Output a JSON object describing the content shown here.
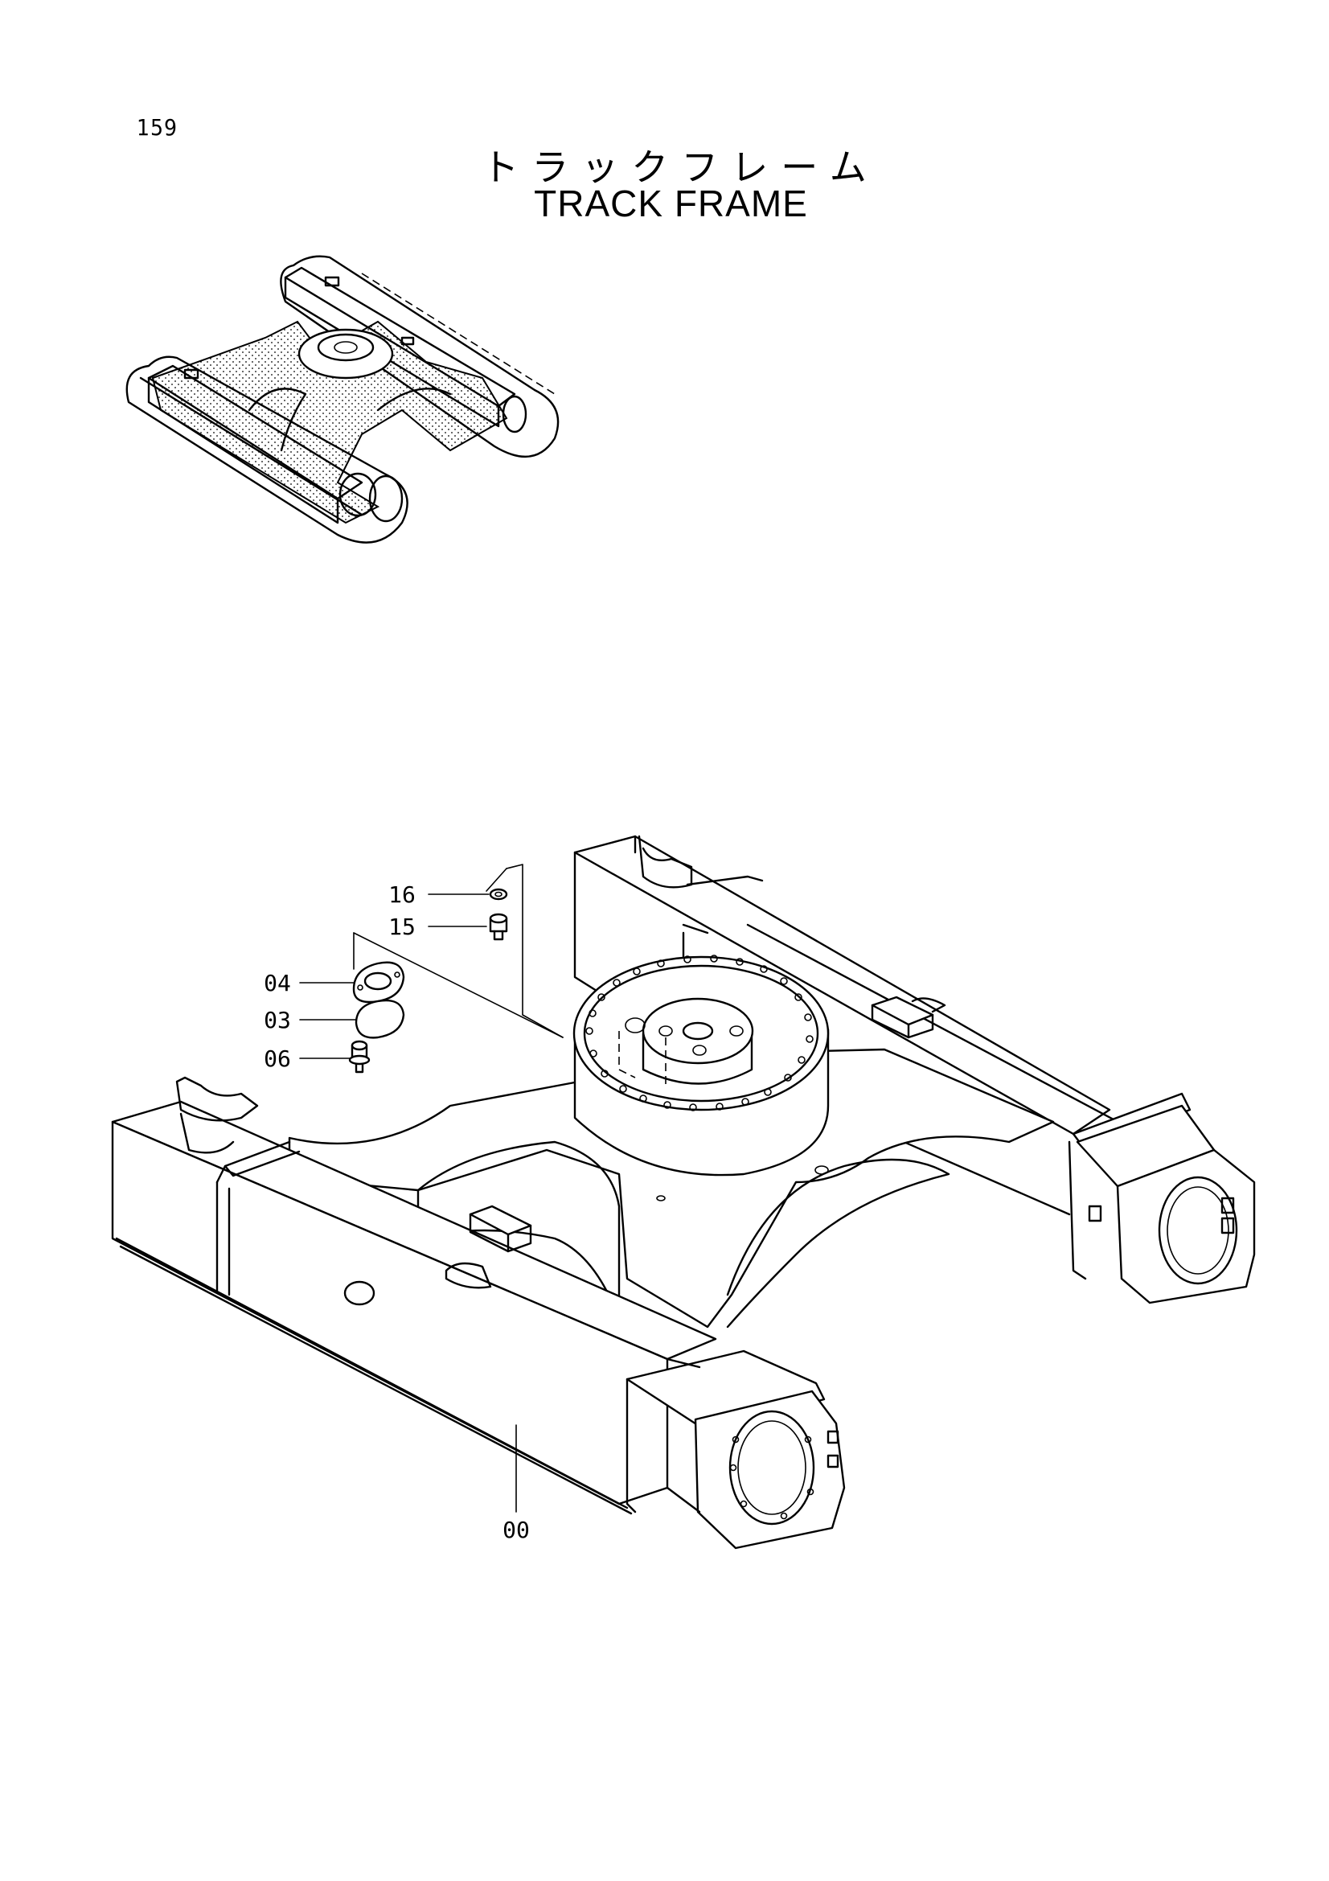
{
  "page": {
    "number": "159",
    "title_jp": "トラックフレーム",
    "title_en": "TRACK FRAME"
  },
  "callouts": [
    {
      "id": "c16",
      "label": "16"
    },
    {
      "id": "c15",
      "label": "15"
    },
    {
      "id": "c04",
      "label": "04"
    },
    {
      "id": "c03",
      "label": "03"
    },
    {
      "id": "c06",
      "label": "06"
    },
    {
      "id": "c00",
      "label": "00"
    }
  ]
}
